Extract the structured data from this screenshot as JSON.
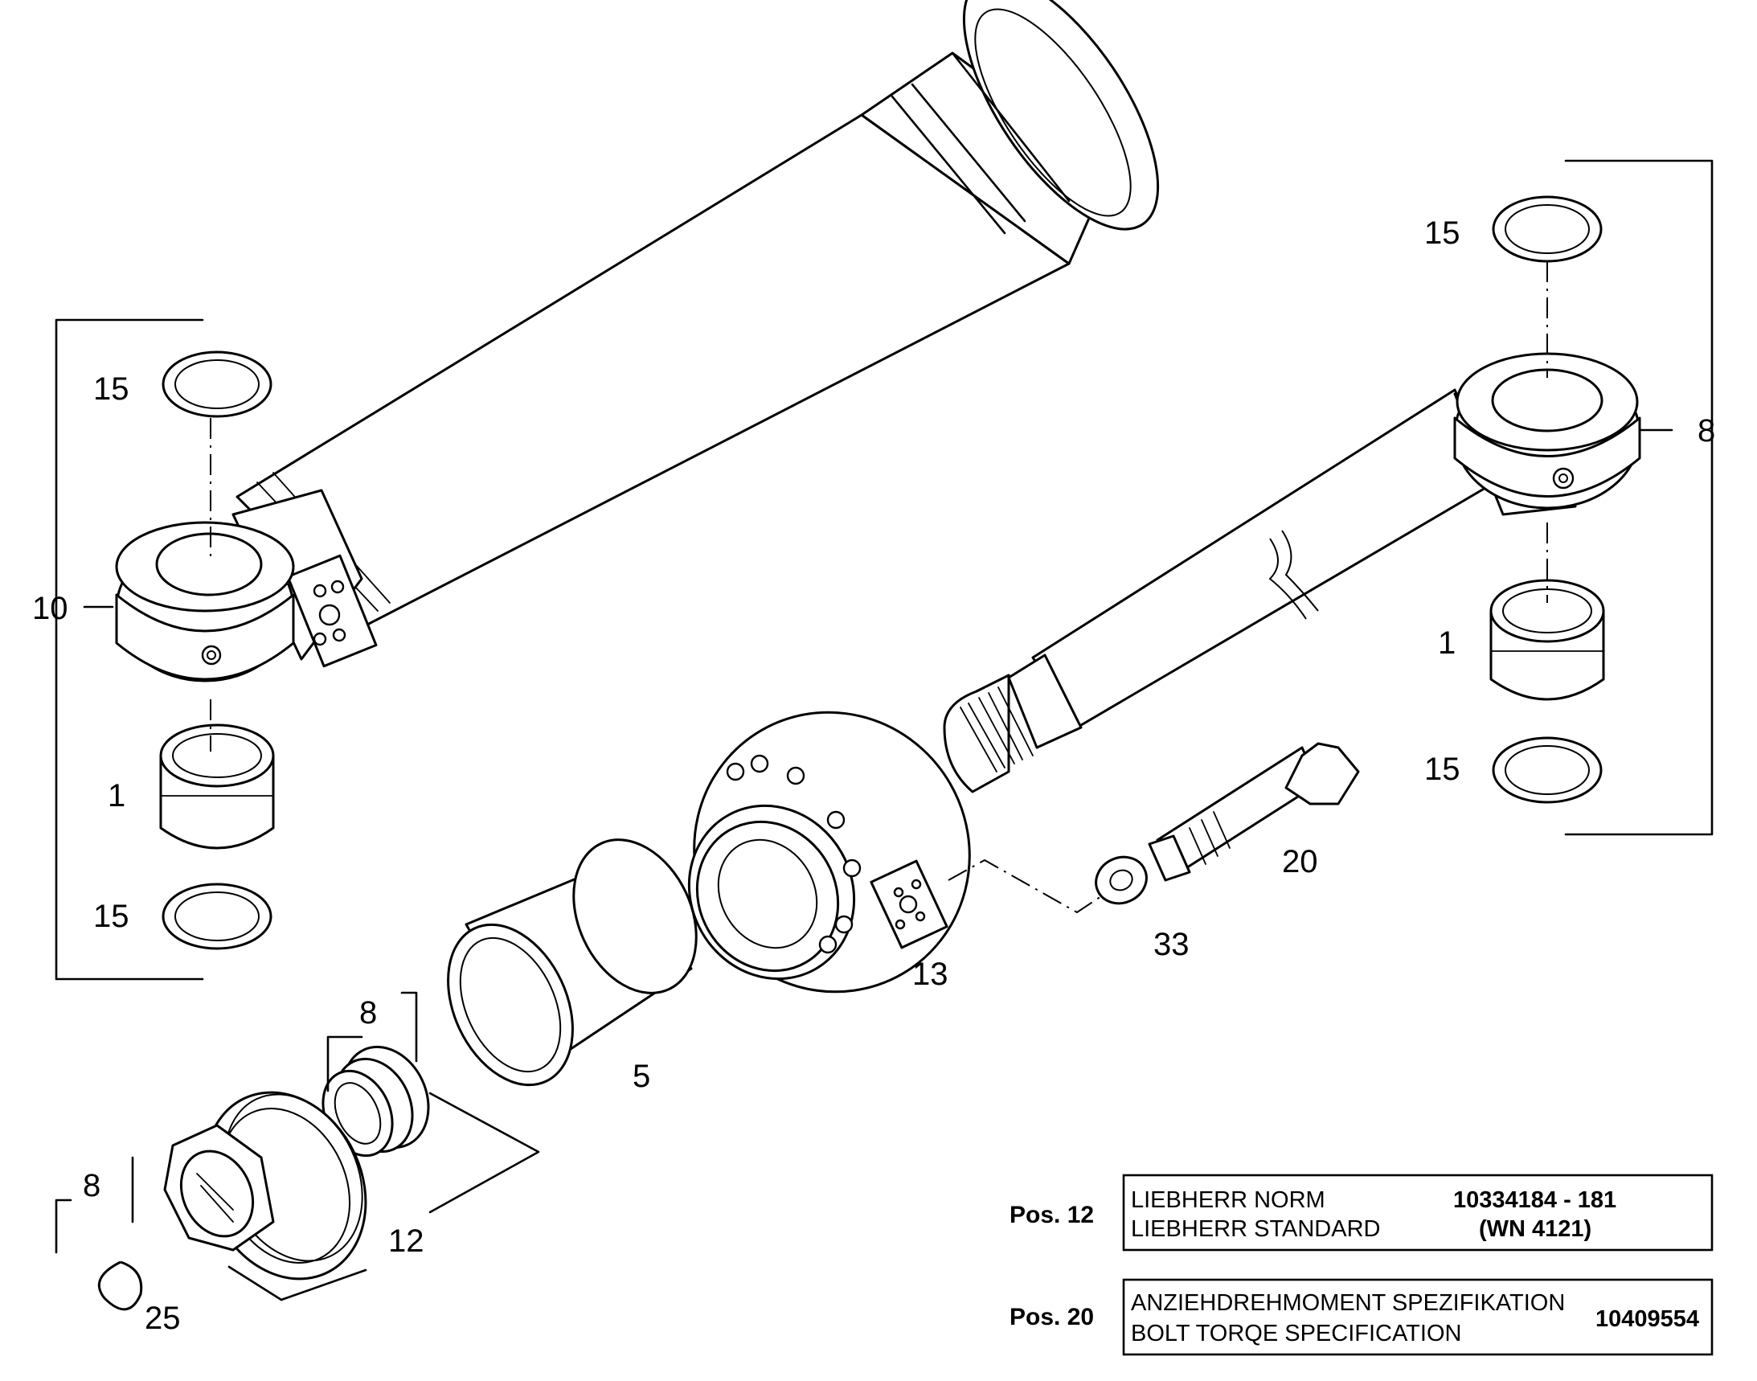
{
  "diagram": {
    "callouts": {
      "c15_left_top": "15",
      "c10": "10",
      "c1_left": "1",
      "c15_left_bottom": "15",
      "c15_right_top": "15",
      "c8_right": "8",
      "c1_right": "1",
      "c15_right_bottom": "15",
      "c20": "20",
      "c33": "33",
      "c13": "13",
      "c5": "5",
      "c8_seal": "8",
      "c12": "12",
      "c8_ring": "8",
      "c25": "25"
    },
    "spec_tables": [
      {
        "pos_label": "Pos. 12",
        "line1": "LIEBHERR NORM",
        "line2": "LIEBHERR STANDARD",
        "value1": "10334184 - 181",
        "value2": "(WN 4121)"
      },
      {
        "pos_label": "Pos. 20",
        "line1": "ANZIEHDREHMOMENT SPEZIFIKATION",
        "line2": "BOLT TORQE SPECIFICATION",
        "value1": "10409554"
      }
    ]
  }
}
